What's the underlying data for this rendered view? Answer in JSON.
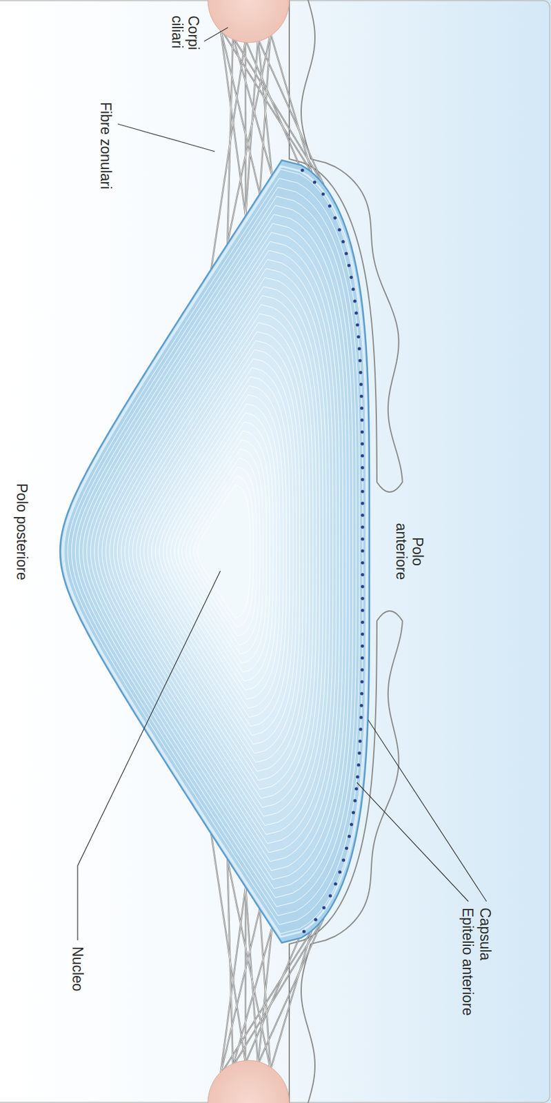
{
  "diagram": {
    "labels": [
      "Corpi ciliari",
      "Fibre zonulari",
      "Polo anteriore",
      "Polo posteriore",
      "Nucleo",
      "Epitelio anteriore",
      "Capsula"
    ]
  }
}
